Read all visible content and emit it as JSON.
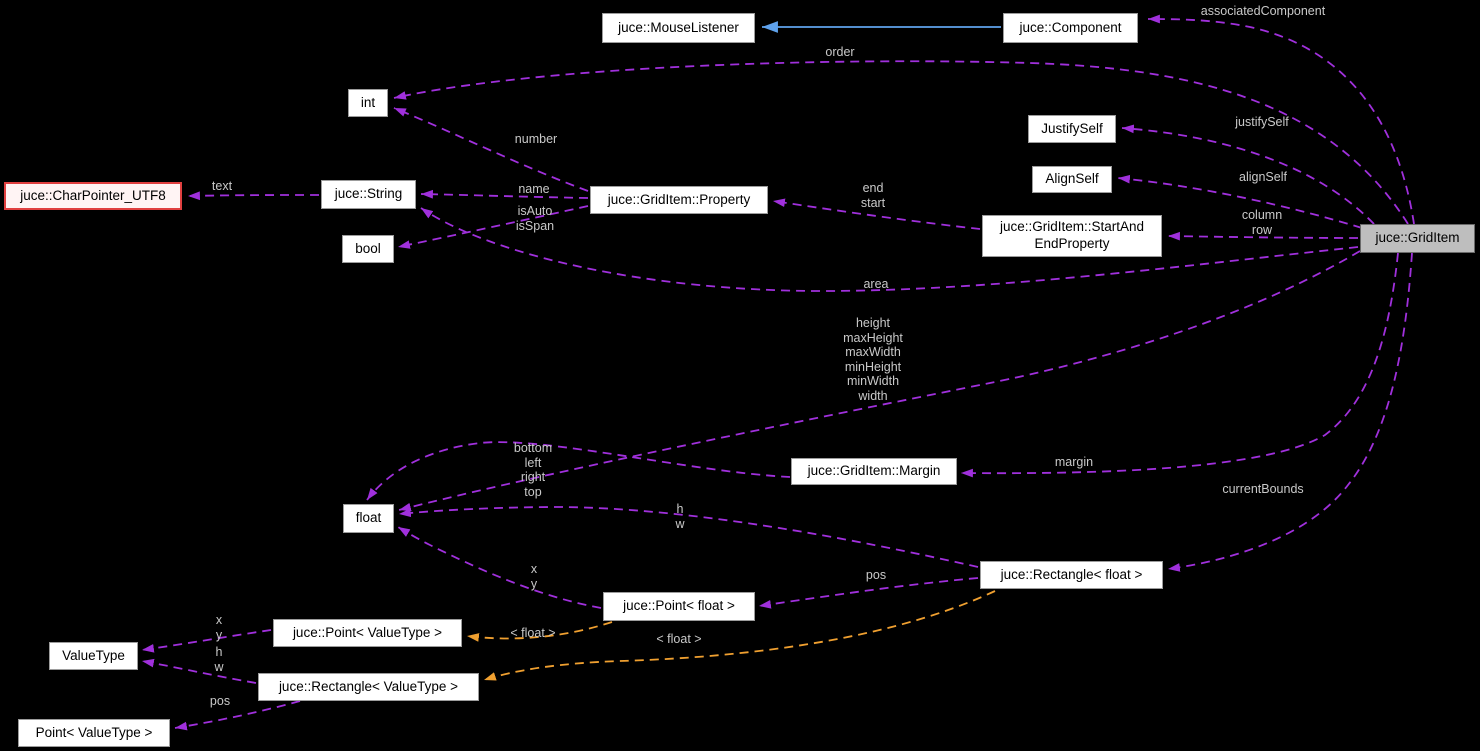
{
  "nodes": {
    "mouse_listener": {
      "label": "juce::MouseListener"
    },
    "component": {
      "label": "juce::Component"
    },
    "int": {
      "label": "int"
    },
    "justify_self": {
      "label": "JustifySelf"
    },
    "align_self": {
      "label": "AlignSelf"
    },
    "char_pointer_utf8": {
      "label": "juce::CharPointer_UTF8"
    },
    "string": {
      "label": "juce::String"
    },
    "property": {
      "label": "juce::GridItem::Property"
    },
    "start_end_property": {
      "label": "juce::GridItem::StartAnd\nEndProperty"
    },
    "grid_item": {
      "label": "juce::GridItem"
    },
    "bool": {
      "label": "bool"
    },
    "margin": {
      "label": "juce::GridItem::Margin"
    },
    "float": {
      "label": "float"
    },
    "rectangle_float": {
      "label": "juce::Rectangle< float >"
    },
    "point_float": {
      "label": "juce::Point< float >"
    },
    "point_valuetype": {
      "label": "juce::Point< ValueType >"
    },
    "valuetype": {
      "label": "ValueType"
    },
    "rectangle_valuetype": {
      "label": "juce::Rectangle< ValueType >"
    },
    "point_valuetype_plain": {
      "label": "Point< ValueType >"
    }
  },
  "edge_labels": {
    "order": "order",
    "associated_component": "associatedComponent",
    "justify_self": "justifySelf",
    "align_self": "alignSelf",
    "column_row": "column\nrow",
    "end_start": "end\nstart",
    "number": "number",
    "name": "name",
    "is_auto_span": "isAuto\nisSpan",
    "text": "text",
    "area": "area",
    "size_fields": "height\nmaxHeight\nmaxWidth\nminHeight\nminWidth\nwidth",
    "margin_sides": "bottom\nleft\nright\ntop",
    "margin": "margin",
    "current_bounds": "currentBounds",
    "h_w": "h\nw",
    "x_y": "x\ny",
    "pos": "pos",
    "template_float_1": "< float >",
    "template_float_2": "< float >",
    "x_y_vt": "x\ny",
    "h_w_vt": "h\nw",
    "pos_vt": "pos"
  },
  "colors": {
    "background": "#000000",
    "usage_edge_purple": "#A030DC",
    "template_edge_orange": "#F0A030",
    "inheritance_edge_blue": "#5FA2EC",
    "edge_label_gray": "#C9C9C9",
    "node_fill": "#FFFFFF",
    "node_border": "#9C9C9C",
    "focus_node_fill": "#BEBEBE",
    "truncated_node_border": "#E04040",
    "truncated_node_fill": "#FFF4F4"
  }
}
